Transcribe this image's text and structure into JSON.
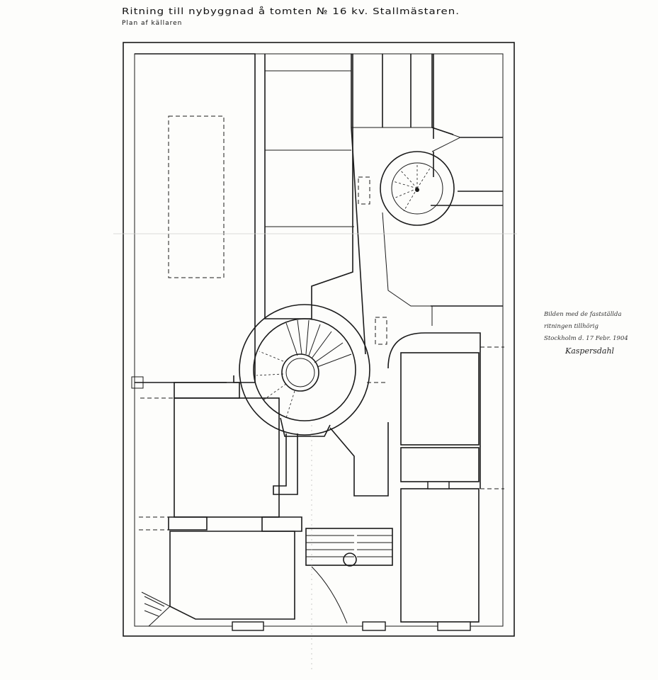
{
  "drawing": {
    "title": "Ritning till nybyggnad å tomten № 16 kv. Stallmästaren.",
    "subtitle": "Plan af källaren",
    "note_lines": [
      "Bilden med de fastställda",
      "ritningen tillhörig",
      "Stockholm d. 17 Febr. 1904"
    ],
    "signature": "Kaspersdahl"
  },
  "colors": {
    "ink": "#1a1a1a",
    "paper": "#fdfdfb"
  }
}
